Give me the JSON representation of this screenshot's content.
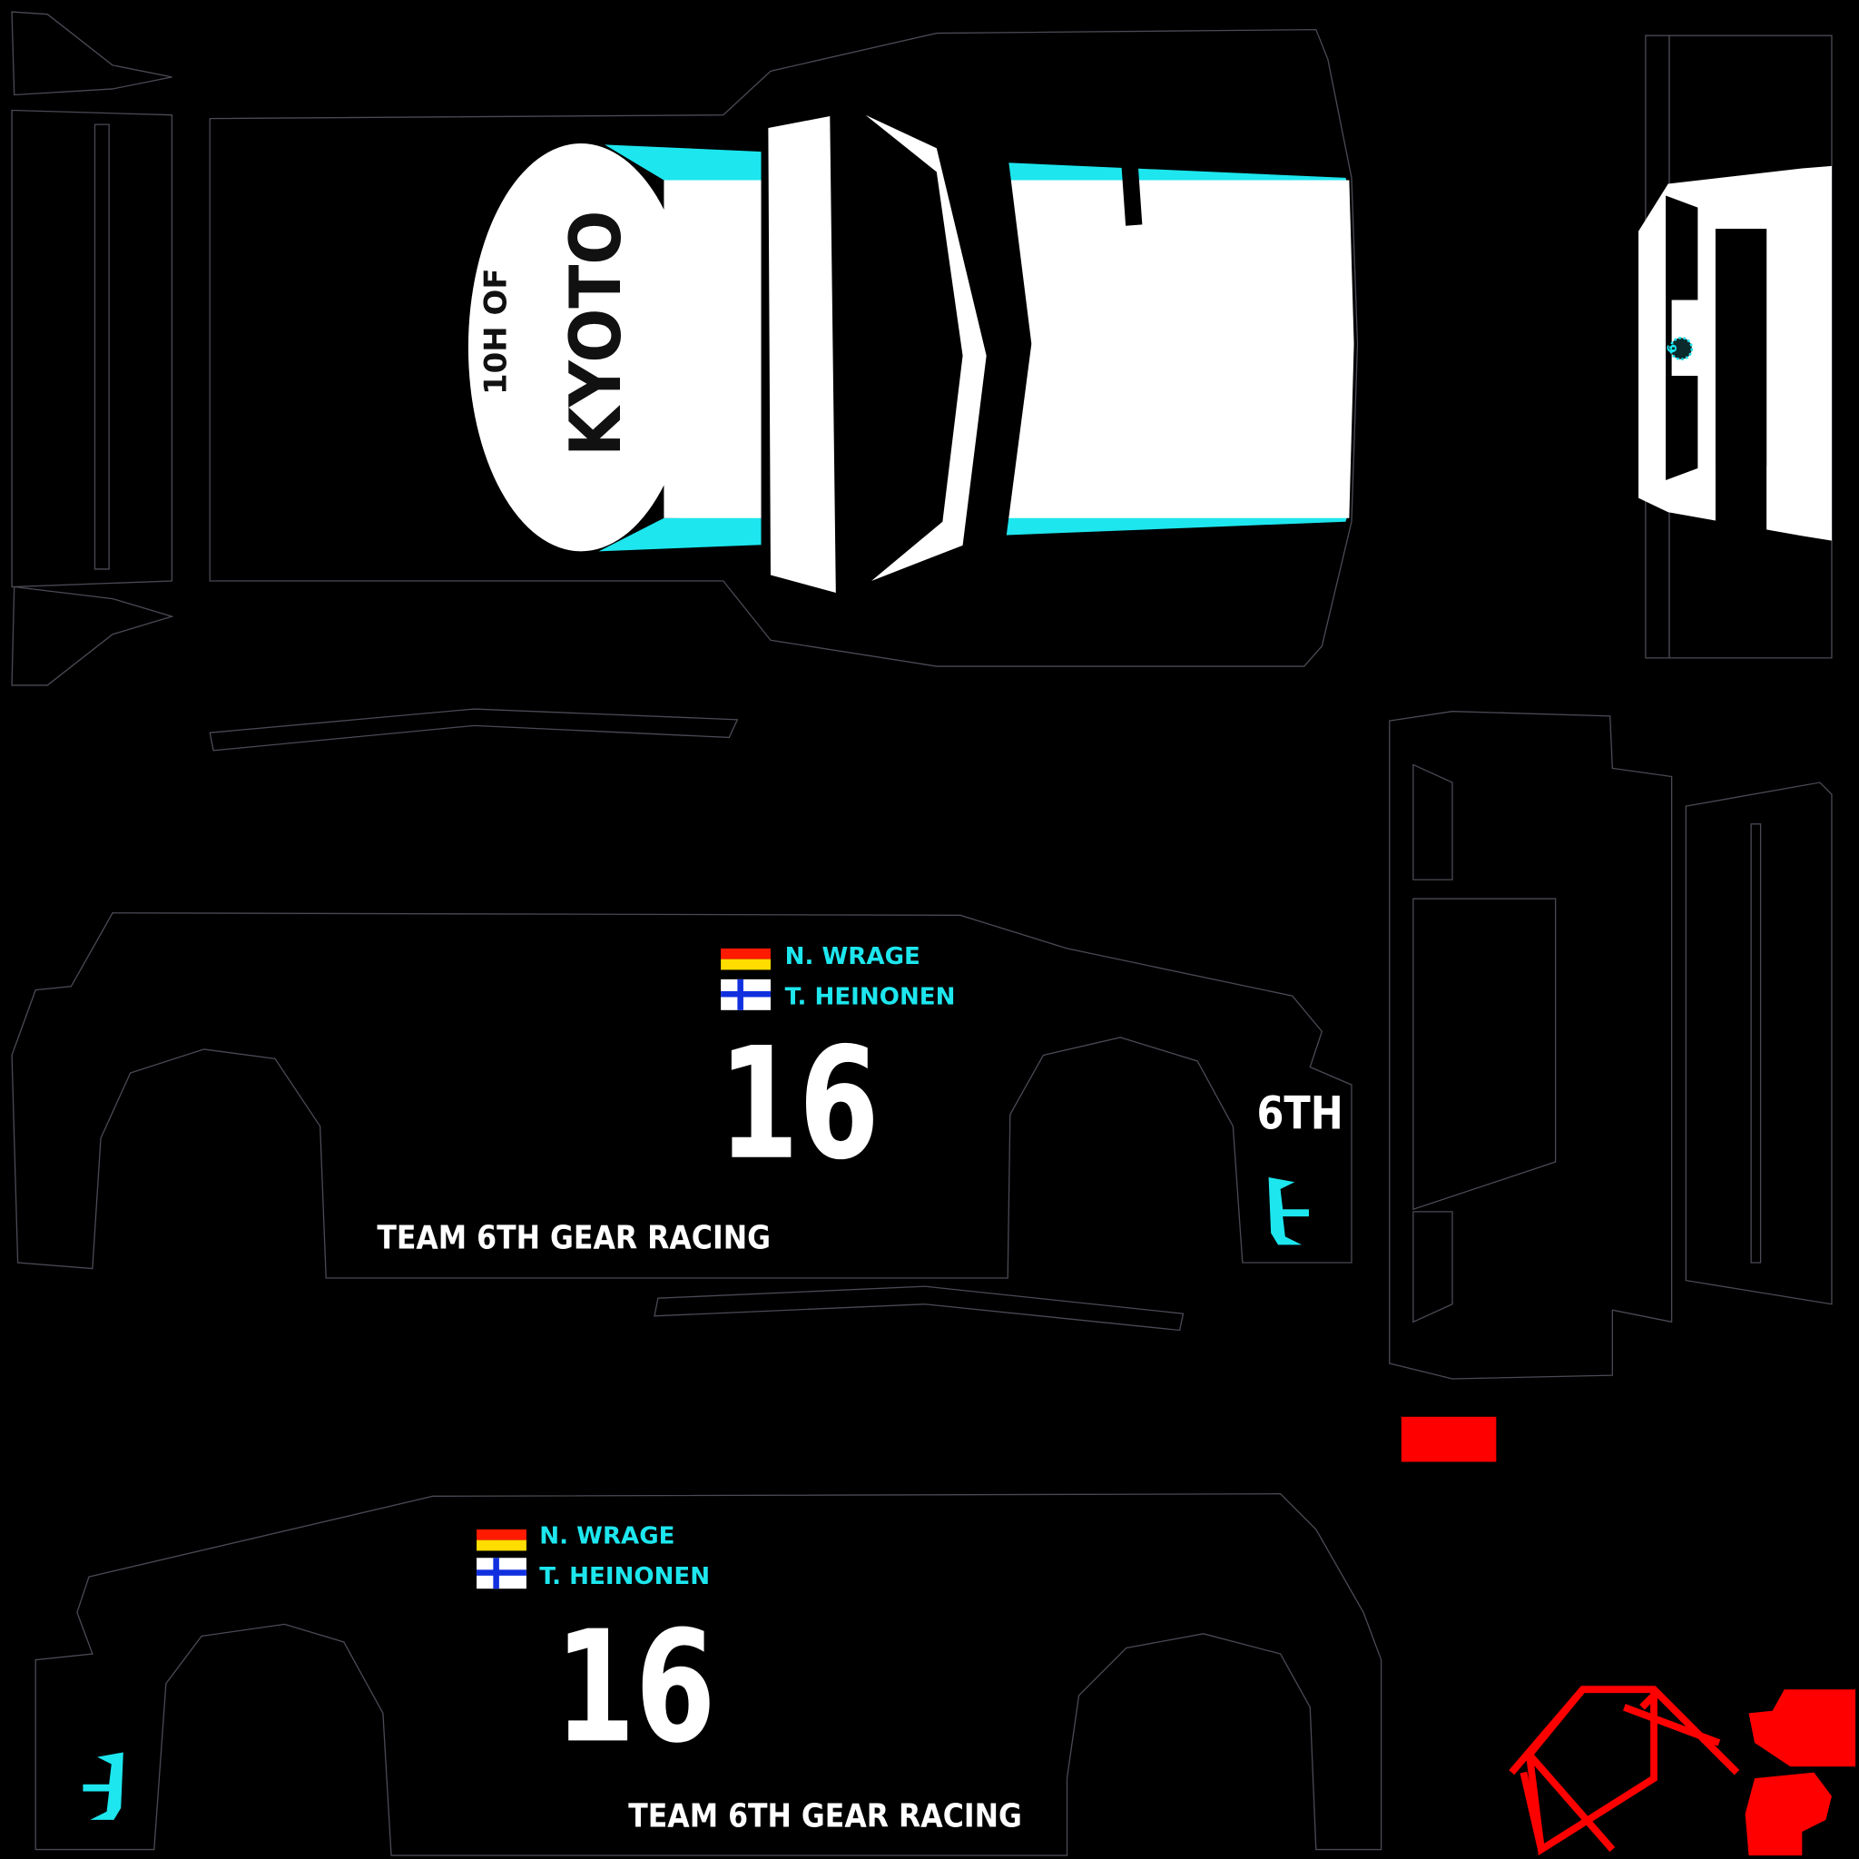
{
  "hood": {
    "event_line1": "10H OF",
    "event_line2": "KYOTO"
  },
  "side_left": {
    "driver1": "N. WRAGE",
    "driver2": "T. HEINONEN",
    "number": "16",
    "team": "TEAM 6TH GEAR RACING",
    "badge": "6TH"
  },
  "side_right": {
    "driver1": "N. WRAGE",
    "driver2": "T. HEINONEN",
    "number": "16",
    "team": "TEAM 6TH GEAR RACING"
  },
  "rear": {
    "gear_badge": "6"
  },
  "colors": {
    "accent": "#1de6ee",
    "base": "#000000",
    "secondary": "#ffffff",
    "cage": "#ff0000"
  }
}
